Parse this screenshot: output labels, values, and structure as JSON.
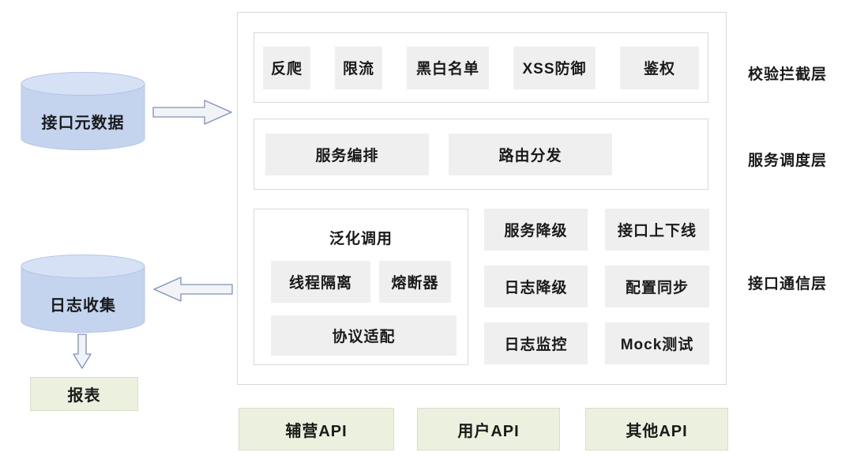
{
  "left": {
    "source_db": "接口元数据",
    "log_db": "日志收集",
    "report_box": "报表"
  },
  "layers": {
    "validation": {
      "label": "校验拦截层",
      "items": [
        "反爬",
        "限流",
        "黑白名单",
        "XSS防御",
        "鉴权"
      ]
    },
    "scheduling": {
      "label": "服务调度层",
      "items": [
        "服务编排",
        "路由分发"
      ]
    },
    "communication": {
      "label": "接口通信层",
      "generic_call_group": {
        "title": "泛化调用",
        "row_items": [
          "线程隔离",
          "熔断器"
        ],
        "wide_item": "协议适配"
      },
      "grid_items": [
        "服务降级",
        "接口上下线",
        "日志降级",
        "配置同步",
        "日志监控",
        "Mock测试"
      ]
    }
  },
  "api_boxes": [
    "辅营API",
    "用户API",
    "其他API"
  ],
  "icons": {
    "arrow_right": "→",
    "arrow_left": "←",
    "arrow_down": "↓"
  },
  "colors": {
    "cylinder_body": "#c4d4ef",
    "cylinder_top": "#d7e1f6",
    "button_gray": "#efefef",
    "frame_border": "#d8d8d8",
    "green_fill": "#ebf1de",
    "green_border": "#d9dec9",
    "arrow_fill": "#f2f3f6",
    "arrow_stroke": "#7e91ba"
  }
}
